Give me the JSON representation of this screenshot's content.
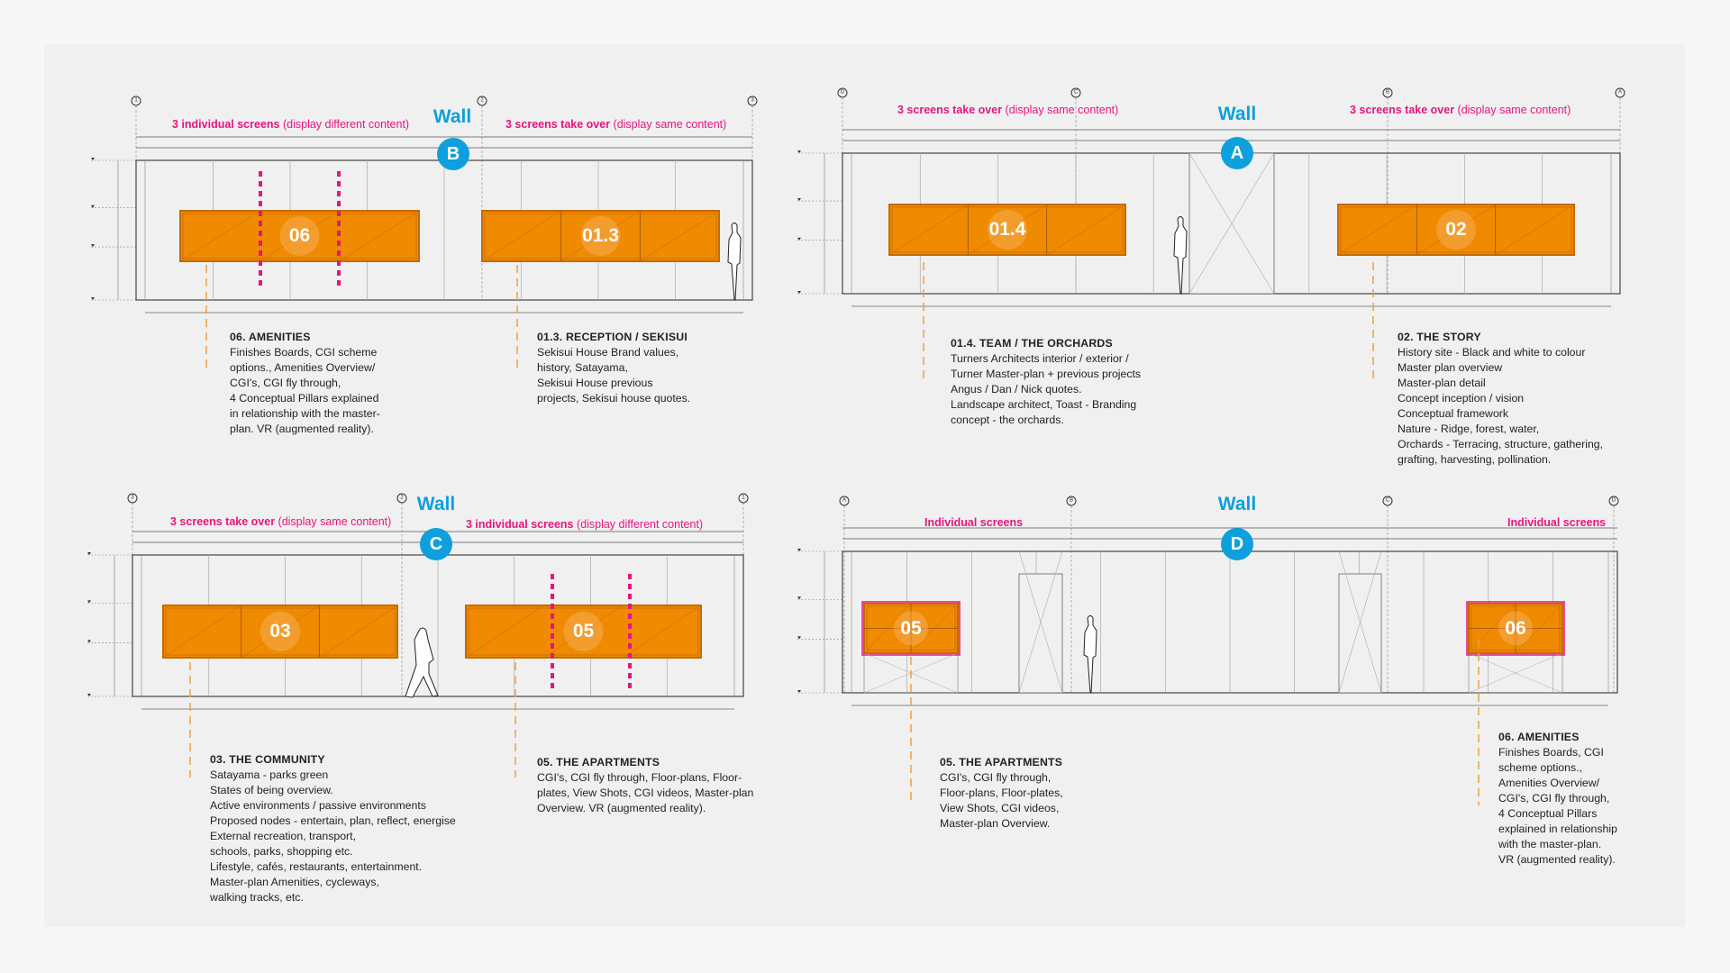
{
  "colors": {
    "screen_orange": "#f08a00",
    "screen_border": "#c46a00",
    "accent_magenta": "#e6157f",
    "wall_blue": "#0da0dc",
    "leader_orange": "#f0a040"
  },
  "walls": [
    {
      "id": "B",
      "wall_label": "Wall",
      "grid_markers": [
        "1",
        "2",
        "3"
      ],
      "labels": [
        {
          "bold": "3 individual screens",
          "normal": " (display different content)"
        },
        {
          "bold": "3 screens take over",
          "normal": " (display same content)"
        }
      ],
      "screens": [
        "06",
        "01.3"
      ],
      "descriptions": [
        {
          "title": "06. AMENITIES",
          "lines": [
            "Finishes Boards, CGI scheme",
            "options., Amenities Overview/",
            "CGI's, CGI fly through,",
            "4 Conceptual Pillars explained",
            "in relationship with the master-",
            "plan. VR (augmented reality)."
          ]
        },
        {
          "title": "01.3. RECEPTION / SEKISUI",
          "lines": [
            "Sekisui House Brand values,",
            "history, Satayama,",
            "Sekisui House previous",
            "projects, Sekisui house quotes."
          ]
        }
      ]
    },
    {
      "id": "A",
      "wall_label": "Wall",
      "grid_markers": [
        "D",
        "C",
        "B",
        "A"
      ],
      "labels": [
        {
          "bold": "3 screens take over",
          "normal": " (display same content)"
        },
        {
          "bold": "3 screens take over",
          "normal": " (display same content)"
        }
      ],
      "screens": [
        "01.4",
        "02"
      ],
      "descriptions": [
        {
          "title": "01.4. TEAM / THE ORCHARDS",
          "lines": [
            "Turners Architects interior / exterior /",
            "Turner Master-plan + previous projects",
            "Angus / Dan / Nick quotes.",
            "Landscape architect, Toast - Branding",
            "concept - the orchards."
          ]
        },
        {
          "title": "02. THE STORY",
          "lines": [
            "History site - Black and white to colour",
            "Master plan overview",
            "Master-plan detail",
            "Concept inception / vision",
            "Conceptual framework",
            "Nature - Ridge, forest, water,",
            "Orchards - Terracing, structure, gathering,",
            "grafting, harvesting, pollination."
          ]
        }
      ]
    },
    {
      "id": "C",
      "wall_label": "Wall",
      "grid_markers": [
        "3",
        "2",
        "1"
      ],
      "labels": [
        {
          "bold": "3 screens take over",
          "normal": " (display same content)"
        },
        {
          "bold": "3 individual screens",
          "normal": " (display different content)"
        }
      ],
      "screens": [
        "03",
        "05"
      ],
      "descriptions": [
        {
          "title": "03. THE COMMUNITY",
          "lines": [
            "Satayama - parks green",
            "States of being overview.",
            "Active environments / passive environments",
            "Proposed nodes - entertain, plan, reflect, energise",
            "External recreation, transport,",
            "schools, parks, shopping etc.",
            "Lifestyle, cafés, restaurants, entertainment.",
            "Master-plan Amenities, cycleways,",
            "walking tracks, etc."
          ]
        },
        {
          "title": "05. THE APARTMENTS",
          "lines": [
            "CGI's, CGI fly through, Floor-plans, Floor-",
            "plates, View Shots, CGI videos, Master-plan",
            "Overview. VR (augmented reality)."
          ]
        }
      ]
    },
    {
      "id": "D",
      "wall_label": "Wall",
      "grid_markers": [
        "A",
        "B",
        "C",
        "D"
      ],
      "labels": [
        {
          "bold": "Individual screens",
          "normal": ""
        },
        {
          "bold": "Individual screens",
          "normal": ""
        }
      ],
      "screens": [
        "05",
        "06"
      ],
      "descriptions": [
        {
          "title": "05. THE APARTMENTS",
          "lines": [
            "CGI's, CGI fly through,",
            "Floor-plans, Floor-plates,",
            "View Shots, CGI videos,",
            "Master-plan Overview."
          ]
        },
        {
          "title": "06. AMENITIES",
          "lines": [
            "Finishes Boards, CGI",
            "scheme options.,",
            "Amenities Overview/",
            "CGI's, CGI fly through,",
            "4 Conceptual Pillars",
            "explained in relationship",
            "with the master-plan.",
            "VR (augmented reality)."
          ]
        }
      ]
    }
  ]
}
